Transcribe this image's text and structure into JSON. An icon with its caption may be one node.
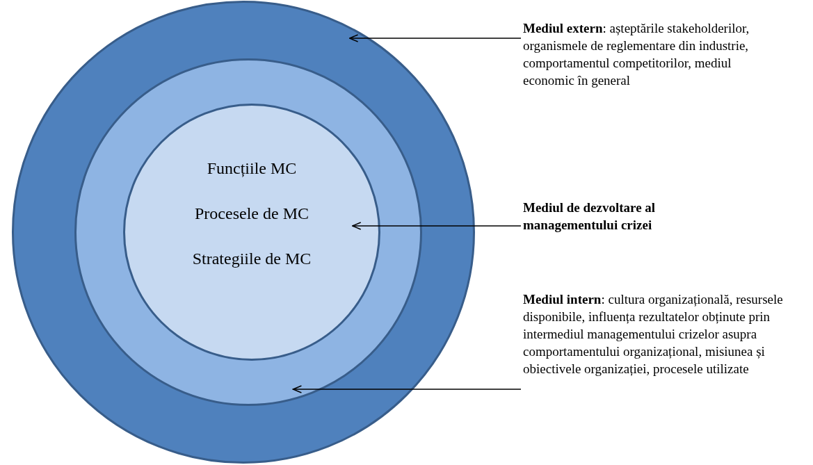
{
  "diagram": {
    "nodes": [
      {
        "text": [],
        "shape": "circle"
      },
      {
        "text": [],
        "shape": "circle",
        "in": 0
      },
      {
        "text": [
          "Funcțiile MC",
          "Procesele de MC",
          "Strategiile de MC"
        ],
        "in": 1
      },
      {
        "text": [
          "**Mediul extern**: așteptările stakeholderilor, organismele de reglementare din industrie, comportamentul competitorilor, mediul economic în general"
        ]
      },
      {
        "text": [
          "Mediul de dezvoltare al managementului crizei"
        ]
      },
      {
        "text": [
          "**Mediul intern**: cultura organizațională, resursele disponibile, influența rezultatelor obținute prin intermediul managementului crizelor asupra comportamentului organizațional, misiunea și obiectivele organizației, procesele utilizate"
        ]
      }
    ],
    "edges": [
      {
        "from": 3,
        "to": 0,
        "arrow": "to"
      },
      {
        "from": 4,
        "to": 2,
        "arrow": "to"
      },
      {
        "from": 5,
        "to": 1,
        "arrow": "to"
      }
    ]
  }
}
